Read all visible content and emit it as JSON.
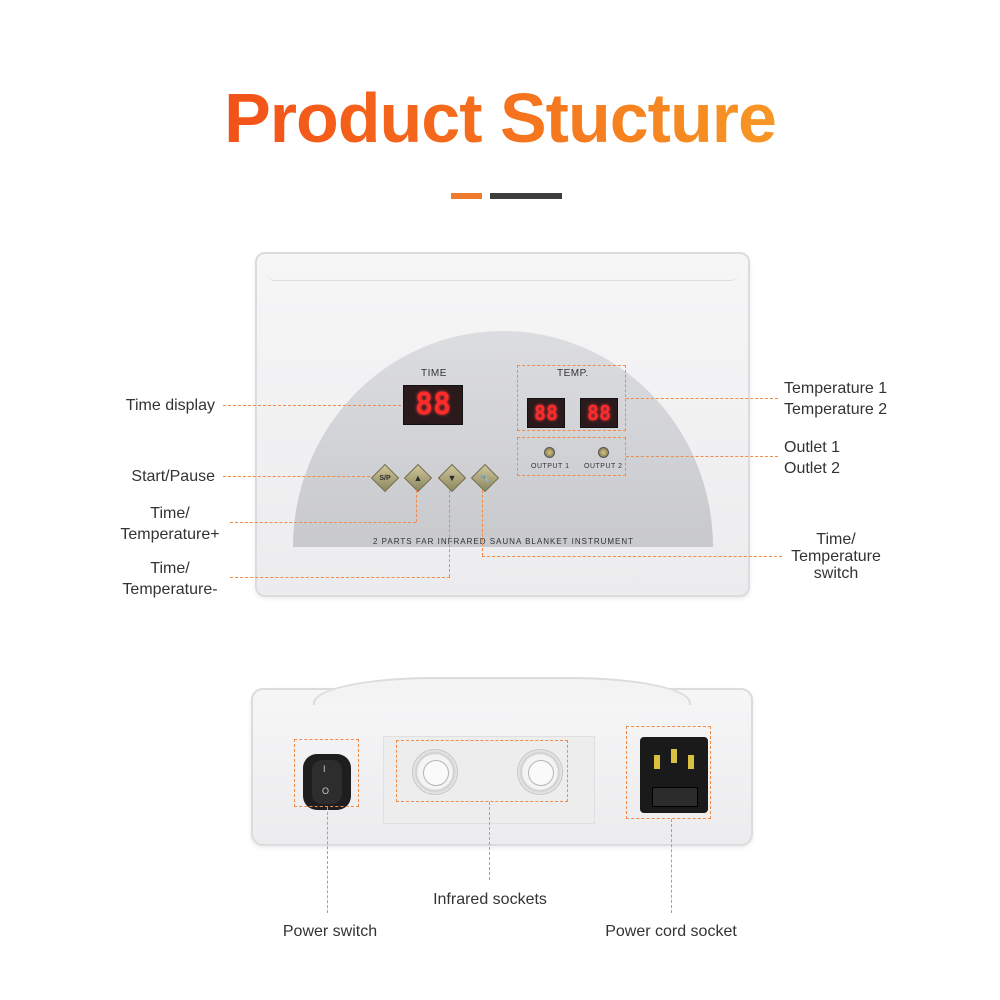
{
  "title": "Product Stucture",
  "front_panel": {
    "time_label": "TIME",
    "temp_label": "TEMP.",
    "time_display": "88",
    "temp1_display": "88",
    "temp2_display": "88",
    "outlet1_label": "OUTPUT 1",
    "outlet2_label": "OUTPUT 2",
    "start_pause_button": "S/P",
    "up_button": "▲",
    "down_button": "▼",
    "switch_button": "🔧",
    "instrument_name": "2 PARTS FAR INFRARED SAUNA BLANKET INSTRUMENT"
  },
  "callouts": {
    "time_display": "Time display",
    "start_pause": "Start/Pause",
    "time_temp_plus_1": "Time/",
    "time_temp_plus_2": "Temperature+",
    "time_temp_minus_1": "Time/",
    "time_temp_minus_2": "Temperature-",
    "temperature1": "Temperature 1",
    "temperature2": "Temperature 2",
    "outlet1": "Outlet 1",
    "outlet2": "Outlet 2",
    "time_temp_switch_1": "Time/",
    "time_temp_switch_2": "Temperature",
    "time_temp_switch_3": "switch",
    "power_switch": "Power switch",
    "infrared_sockets": "Infrared sockets",
    "power_cord_socket": "Power cord socket"
  },
  "back_panel": {
    "rocker_on": "I",
    "rocker_off": "O"
  },
  "colors": {
    "accent_orange": "#f07a2b",
    "leader_line": "#f08b4a",
    "led_red": "#ff2a2a"
  }
}
